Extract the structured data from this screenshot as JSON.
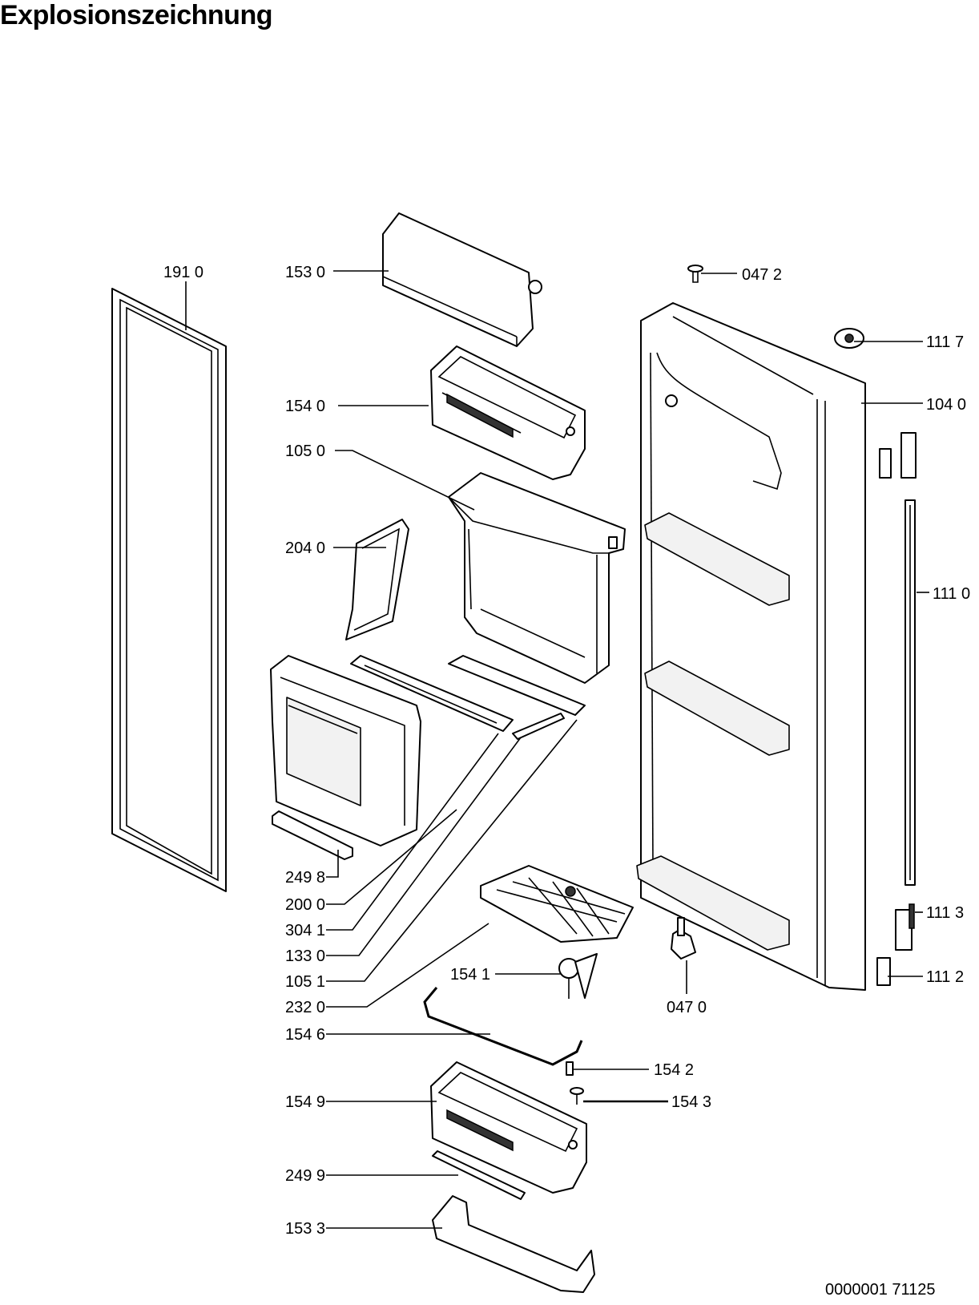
{
  "title": "Explosionszeichnung",
  "document_code": "0000001 71125",
  "callouts": [
    {
      "id": "c1910",
      "label": "191 0"
    },
    {
      "id": "c1530",
      "label": "153 0"
    },
    {
      "id": "c0472",
      "label": "047 2"
    },
    {
      "id": "c1117",
      "label": "111 7"
    },
    {
      "id": "c1540",
      "label": "154 0"
    },
    {
      "id": "c1040",
      "label": "104 0"
    },
    {
      "id": "c1050",
      "label": "105 0"
    },
    {
      "id": "c2040",
      "label": "204 0"
    },
    {
      "id": "c1110",
      "label": "111 0"
    },
    {
      "id": "c2498",
      "label": "249 8"
    },
    {
      "id": "c2000",
      "label": "200 0"
    },
    {
      "id": "c3041",
      "label": "304 1"
    },
    {
      "id": "c1330",
      "label": "133 0"
    },
    {
      "id": "c1113",
      "label": "111 3"
    },
    {
      "id": "c1051",
      "label": "105 1"
    },
    {
      "id": "c1541",
      "label": "154 1"
    },
    {
      "id": "c1112",
      "label": "111 2"
    },
    {
      "id": "c2320",
      "label": "232 0"
    },
    {
      "id": "c0470",
      "label": "047 0"
    },
    {
      "id": "c1546",
      "label": "154 6"
    },
    {
      "id": "c1542",
      "label": "154 2"
    },
    {
      "id": "c1549",
      "label": "154 9"
    },
    {
      "id": "c1543",
      "label": "154 3"
    },
    {
      "id": "c2499",
      "label": "249 9"
    },
    {
      "id": "c1533",
      "label": "153 3"
    }
  ]
}
